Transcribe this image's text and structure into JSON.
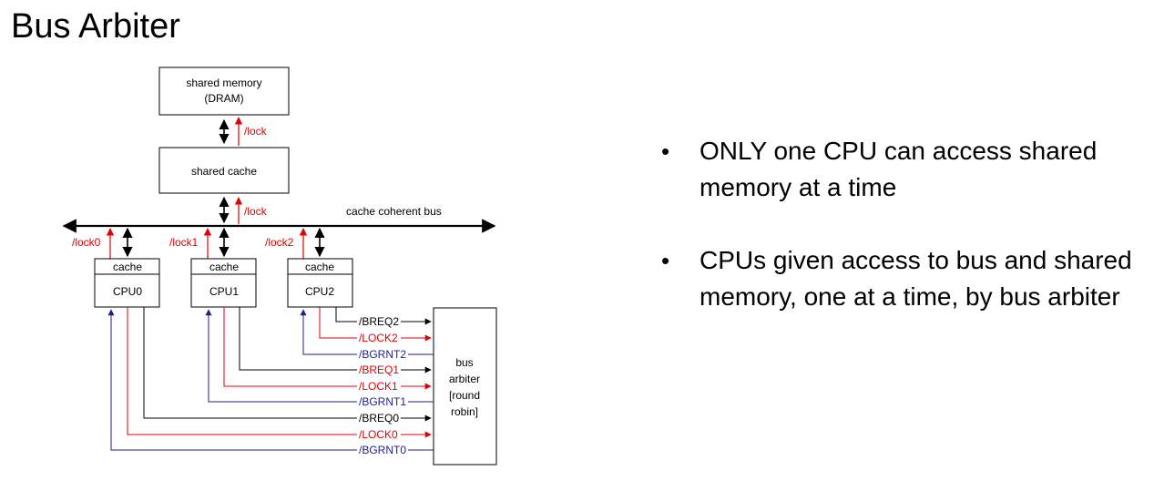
{
  "slide": {
    "title": "Bus Arbiter",
    "bullets": [
      "ONLY one CPU can access shared memory at a time",
      "CPUs given access to bus and shared memory, one at a time, by bus arbiter"
    ]
  },
  "diagram": {
    "shared_memory": [
      "shared memory",
      "(DRAM)"
    ],
    "shared_cache": "shared cache",
    "bus_label": "cache coherent bus",
    "lock": "/lock",
    "cpus": [
      {
        "cache": "cache",
        "cpu": "CPU0",
        "lock": "/lock0"
      },
      {
        "cache": "cache",
        "cpu": "CPU1",
        "lock": "/lock1"
      },
      {
        "cache": "cache",
        "cpu": "CPU2",
        "lock": "/lock2"
      }
    ],
    "arbiter": [
      "bus",
      "arbiter",
      "[round",
      "robin]"
    ],
    "signals": [
      "/BREQ2",
      "/LOCK2",
      "/BGRNT2",
      "/BREQ1",
      "/LOCK1",
      "/BGRNT1",
      "/BREQ0",
      "/LOCK0",
      "/BGRNT0"
    ],
    "colors": {
      "lock": "#e00000",
      "grant": "#1f1f8c",
      "request": "#000000"
    }
  }
}
